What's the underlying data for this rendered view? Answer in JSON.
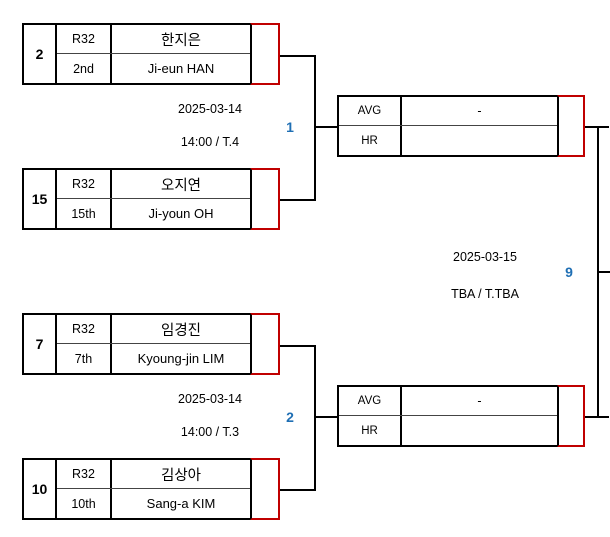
{
  "bracket": {
    "matches": [
      {
        "number": "1",
        "date": "2025-03-14",
        "time_court": "14:00 / T.4",
        "players": [
          {
            "seed": "2",
            "round": "R32",
            "name_kr": "한지은",
            "name_en": "Ji-eun HAN"
          },
          {
            "seed": "15",
            "round": "R32",
            "name_kr": "오지연",
            "name_en": "Ji-youn OH"
          }
        ]
      },
      {
        "number": "2",
        "date": "2025-03-14",
        "time_court": "14:00 / T.3",
        "players": [
          {
            "seed": "7",
            "round": "R32",
            "name_kr": "임경진",
            "name_en": "Kyoung-jin LIM"
          },
          {
            "seed": "10",
            "round": "R32",
            "name_kr": "김상아",
            "name_en": "Sang-a KIM"
          }
        ]
      }
    ],
    "stats_boxes": [
      {
        "avg_label": "AVG",
        "avg_value": "-",
        "hr_label": "HR",
        "hr_value": ""
      },
      {
        "avg_label": "AVG",
        "avg_value": "-",
        "hr_label": "HR",
        "hr_value": ""
      }
    ],
    "final": {
      "number": "9",
      "date": "2025-03-15",
      "time_court": "TBA / T.TBA"
    }
  },
  "colors": {
    "accent_red": "#c00000",
    "match_number_blue": "#1f6fb4",
    "line_black": "#000000"
  }
}
